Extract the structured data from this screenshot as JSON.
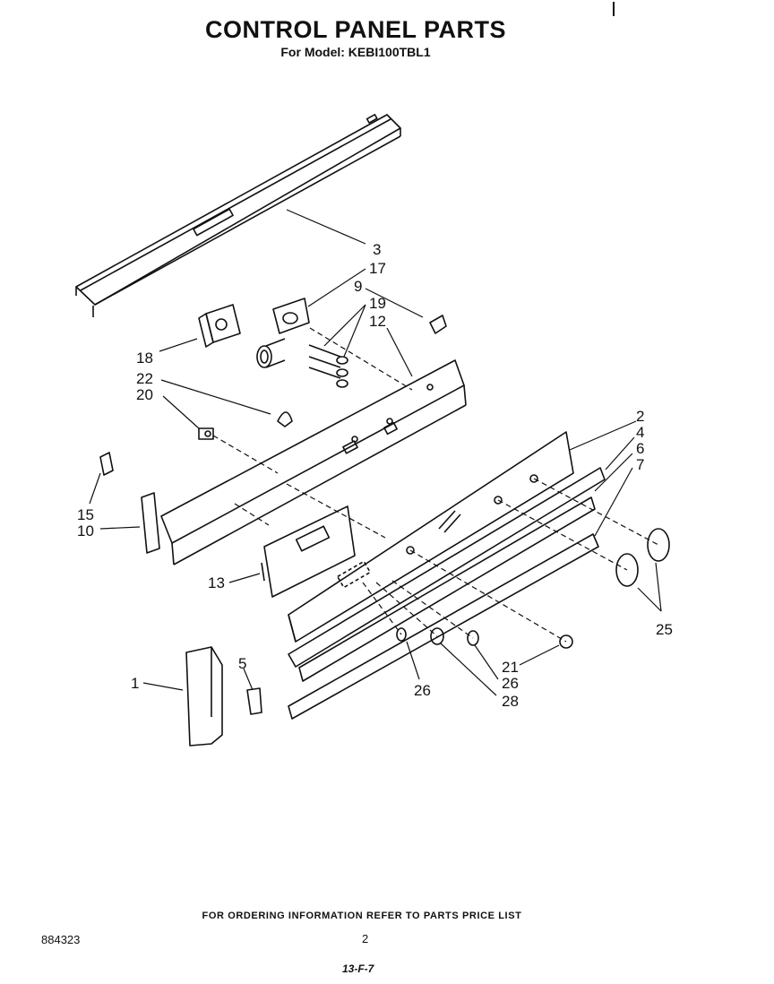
{
  "header": {
    "title": "CONTROL PANEL PARTS",
    "model_line": "For Model: KEBI100TBL1"
  },
  "callouts": [
    {
      "id": "c3",
      "label": "3"
    },
    {
      "id": "c17",
      "label": "17"
    },
    {
      "id": "c9",
      "label": "9"
    },
    {
      "id": "c19",
      "label": "19"
    },
    {
      "id": "c12",
      "label": "12"
    },
    {
      "id": "c18",
      "label": "18"
    },
    {
      "id": "c22",
      "label": "22"
    },
    {
      "id": "c20",
      "label": "20"
    },
    {
      "id": "c2",
      "label": "2"
    },
    {
      "id": "c4",
      "label": "4"
    },
    {
      "id": "c6",
      "label": "6"
    },
    {
      "id": "c7",
      "label": "7"
    },
    {
      "id": "c15",
      "label": "15"
    },
    {
      "id": "c10",
      "label": "10"
    },
    {
      "id": "c13",
      "label": "13"
    },
    {
      "id": "c25",
      "label": "25"
    },
    {
      "id": "c1",
      "label": "1"
    },
    {
      "id": "c5",
      "label": "5"
    },
    {
      "id": "c26a",
      "label": "26"
    },
    {
      "id": "c21",
      "label": "21"
    },
    {
      "id": "c26b",
      "label": "26"
    },
    {
      "id": "c28",
      "label": "28"
    }
  ],
  "footer": {
    "ordering_note": "FOR ORDERING INFORMATION REFER TO PARTS PRICE LIST",
    "document_number": "884323",
    "page_number": "2",
    "handwritten_code": "13-F-7"
  }
}
